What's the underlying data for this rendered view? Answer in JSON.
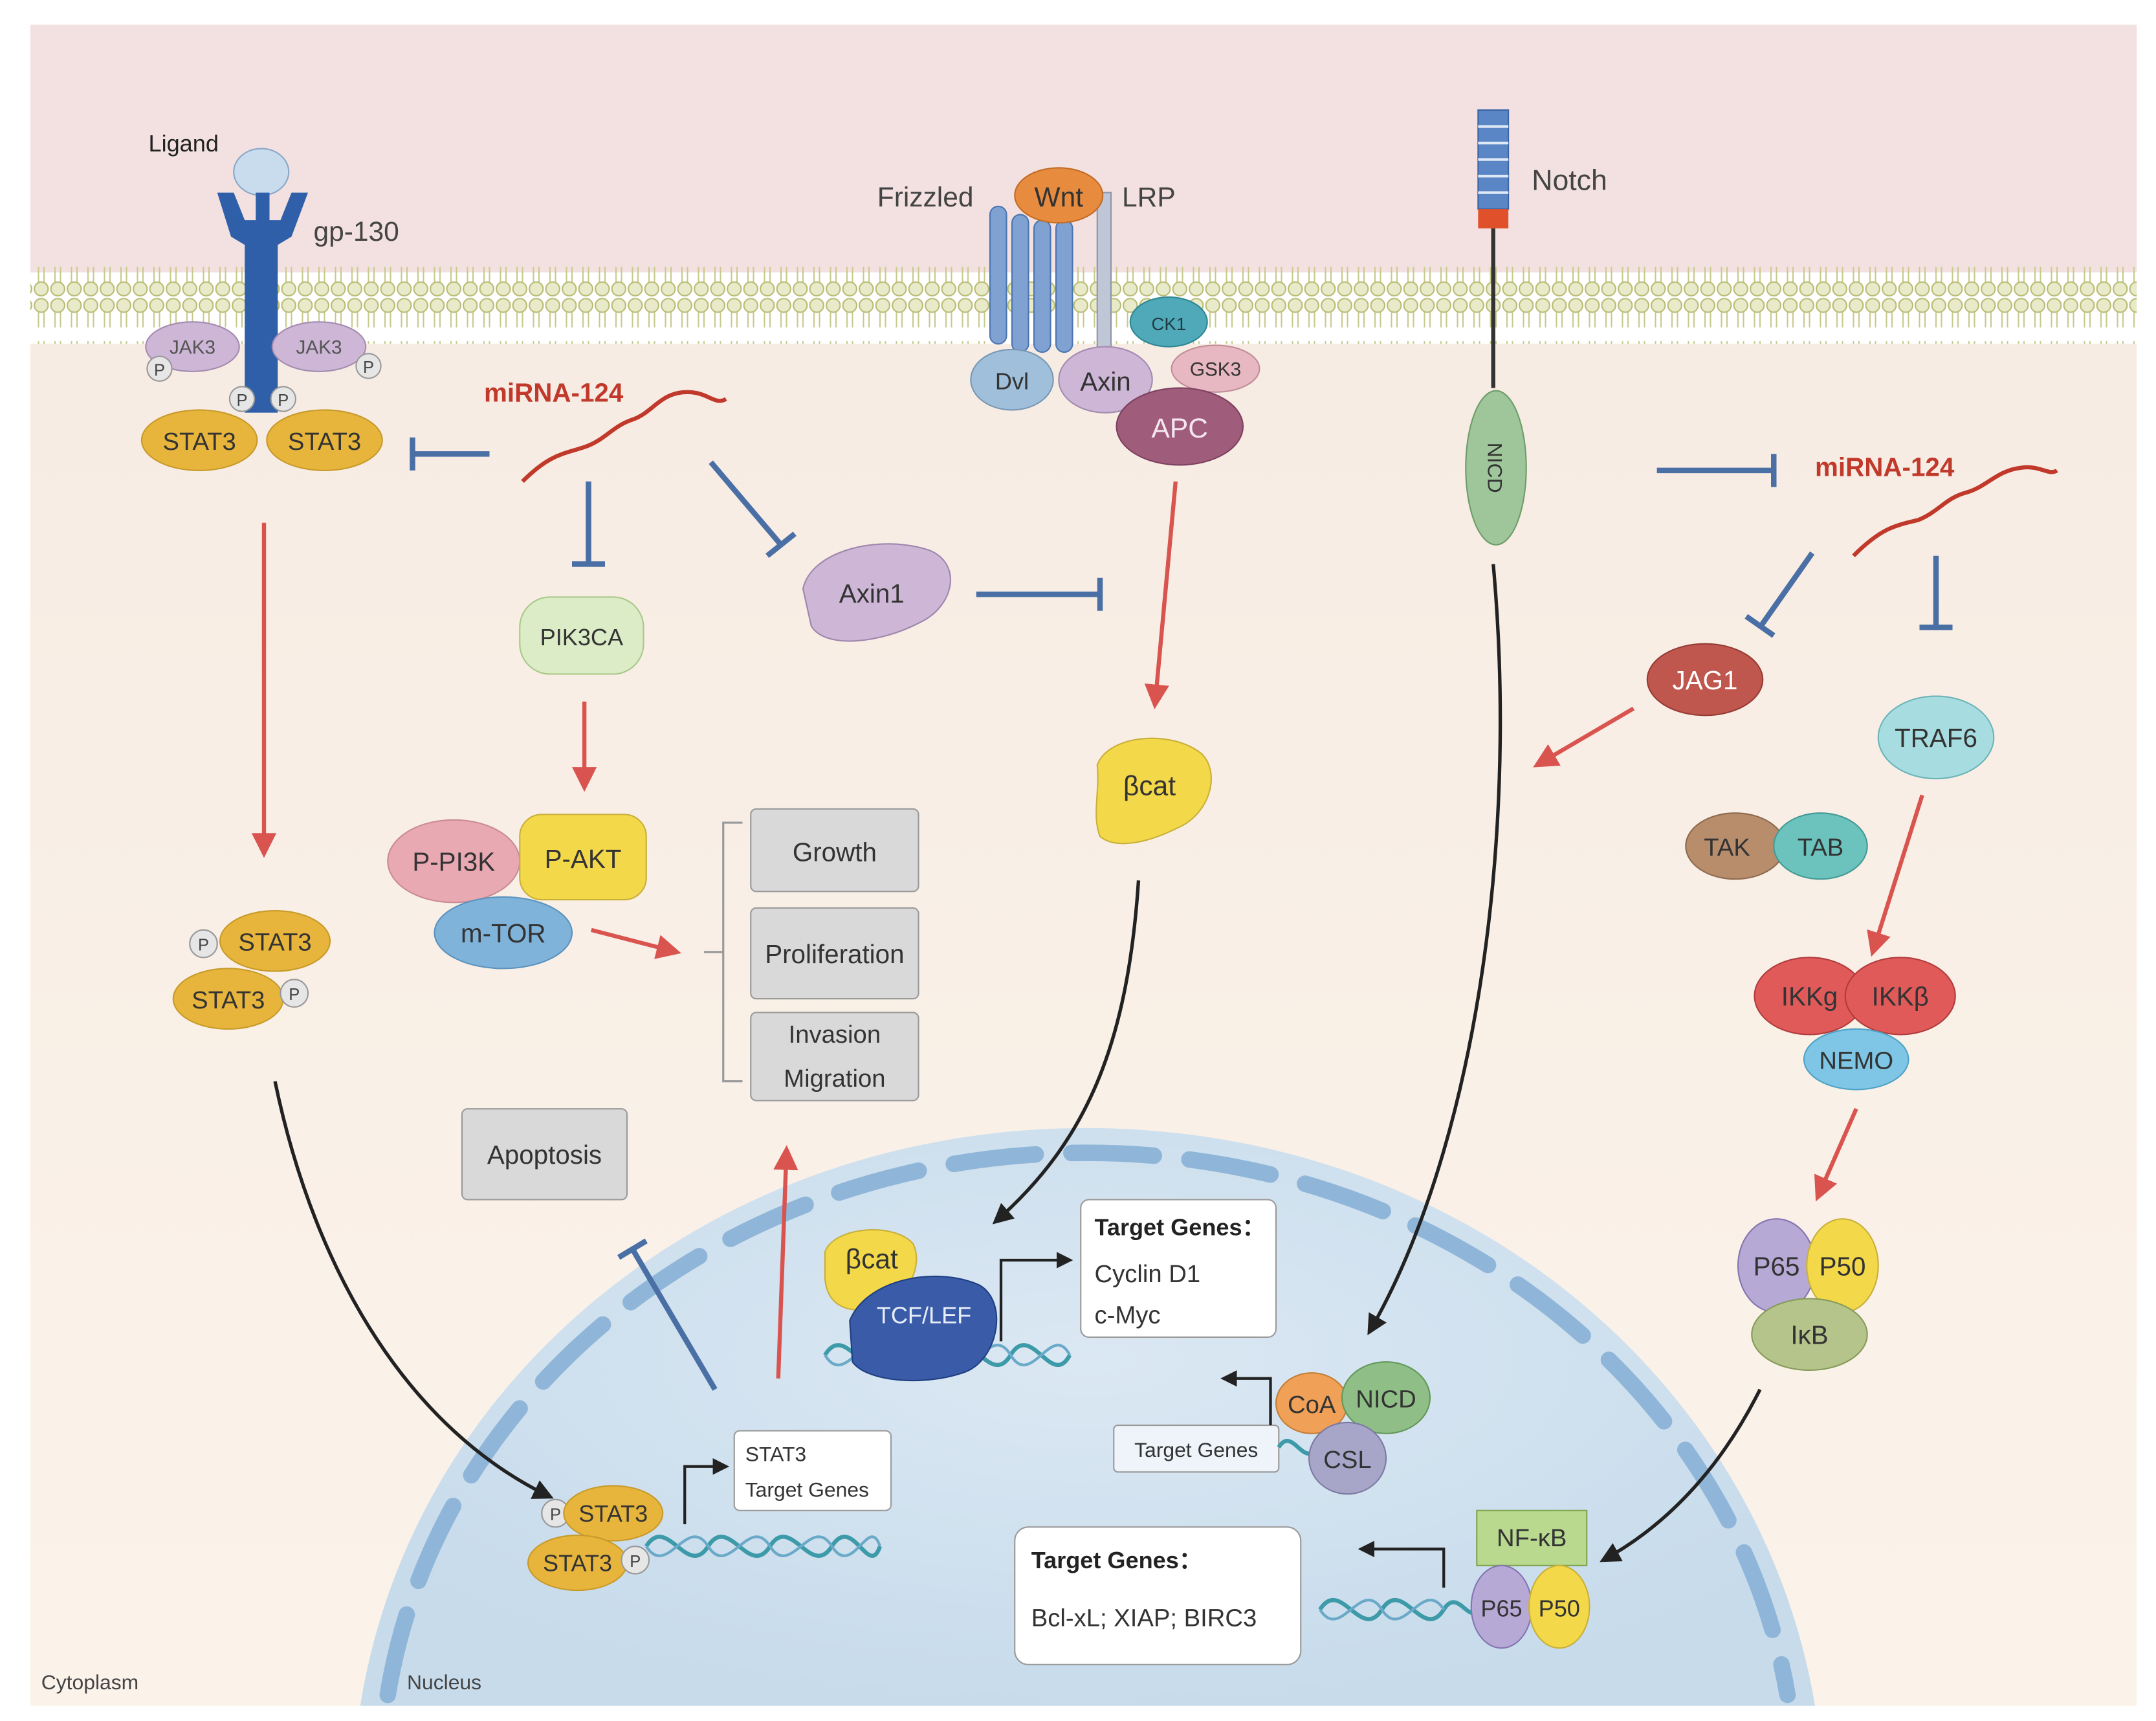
{
  "labels": {
    "ligand": "Ligand",
    "gp130": "gp-130",
    "frizzled": "Frizzled",
    "wnt": "Wnt",
    "lrp": "LRP",
    "notch": "Notch",
    "mirna_left": "miRNA-124",
    "mirna_right": "miRNA-124",
    "cytoplasm": "Cytoplasm",
    "nucleus": "Nucleus",
    "p": "P"
  },
  "proteins": {
    "jak3_left": "JAK3",
    "jak3_right": "JAK3",
    "stat3_left": "STAT3",
    "stat3_right": "STAT3",
    "stat3_dimer_top": "STAT3",
    "stat3_dimer_bottom": "STAT3",
    "stat3_nuc_top": "STAT3",
    "stat3_nuc_bottom": "STAT3",
    "pik3ca": "PIK3CA",
    "p_pi3k": "P-PI3K",
    "p_akt": "P-AKT",
    "mtor": "m-TOR",
    "axin1": "Axin1",
    "dvl": "Dvl",
    "axin": "Axin",
    "ck1": "CK1",
    "gsk3": "GSK3",
    "apc": "APC",
    "bcat": "βcat",
    "bcat_nuc": "βcat",
    "tcf_lef": "TCF/LEF",
    "nicd": "NICD",
    "nicd_nuc": "NICD",
    "coa": "CoA",
    "csl": "CSL",
    "jag1": "JAG1",
    "traf6": "TRAF6",
    "tak": "TAK",
    "tab": "TAB",
    "ikkg": "IKKg",
    "ikkb": "IKKβ",
    "nemo": "NEMO",
    "p65": "P65",
    "p50": "P50",
    "ikb": "IκB",
    "nfkb": "NF-κB",
    "p65_nuc": "P65",
    "p50_nuc": "P50"
  },
  "outcomes": {
    "growth": "Growth",
    "proliferation": "Proliferation",
    "invasion": "Invasion",
    "migration": "Migration",
    "apoptosis": "Apoptosis"
  },
  "gene_boxes": {
    "wnt_title": "Target Genes：",
    "wnt_gene1": "Cyclin D1",
    "wnt_gene2": "c-Myc",
    "stat3_line1": "STAT3",
    "stat3_line2": "Target Genes",
    "notch_label": "Target Genes",
    "nfkb_title": "Target Genes：",
    "nfkb_genes": "Bcl-xL; XIAP; BIRC3"
  },
  "colors": {
    "activation_arrow": "#d9534f",
    "inhibition": "#4a6fa5",
    "mirna": "#c0392b",
    "stat3": "#e7b53c",
    "jak3": "#cdb6d6",
    "receptor": "#2f5fa8"
  }
}
